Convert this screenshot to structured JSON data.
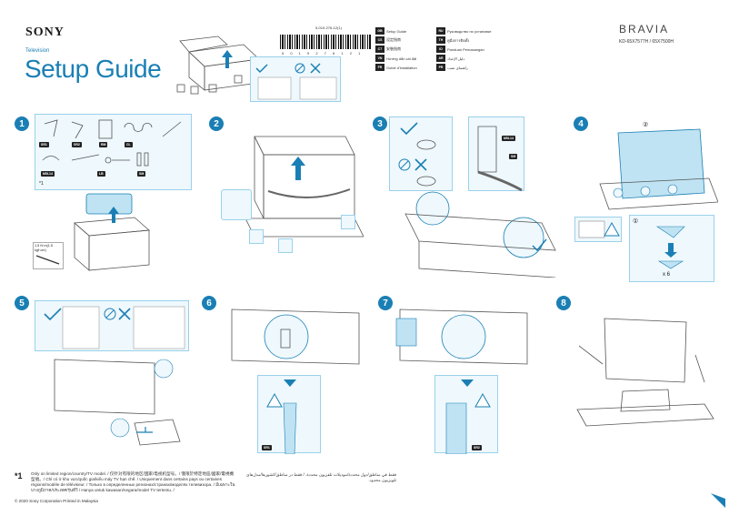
{
  "header": {
    "brand": "SONY",
    "category": "Television",
    "title": "Setup Guide",
    "part_number": "5-019-276-12(1)",
    "barcode_digits": "5 0 1 9 2 7 6 1 2 1",
    "logo": "BRAVIA",
    "models": "KD-65X7577H / 65X7500H",
    "languages_left": [
      {
        "code": "GB",
        "name": "Setup Guide"
      },
      {
        "code": "CS",
        "name": "设定指南"
      },
      {
        "code": "CT",
        "name": "安裝指南"
      },
      {
        "code": "VN",
        "name": "Hướng dẫn cài đặt"
      },
      {
        "code": "FR",
        "name": "Guide d'installation"
      }
    ],
    "languages_right": [
      {
        "code": "RU",
        "name": "Руководство по установке"
      },
      {
        "code": "TH",
        "name": "คู่มือการติดตั้ง"
      },
      {
        "code": "ID",
        "name": "Panduan Pemasangan"
      },
      {
        "code": "AR",
        "name": "دليل الإعداد"
      },
      {
        "code": "PR",
        "name": "راهنمای نصب"
      }
    ]
  },
  "steps": [
    "1",
    "2",
    "3",
    "4",
    "5",
    "6",
    "7",
    "8"
  ],
  "step1": {
    "tags": [
      "SR1",
      "SR2",
      "RM",
      "CL",
      "M5L14",
      "LB",
      "SM"
    ],
    "note": "*1",
    "screw_spec": "1,5 N·m(1.5 kgf·cm)"
  },
  "step3": {
    "tags": [
      "M5L14",
      "SM"
    ]
  },
  "step4": {
    "count": "x 6",
    "num1": "①",
    "num2": "②"
  },
  "step6": {
    "tag": "SR1"
  },
  "step7": {
    "tag": "SR2"
  },
  "footer": {
    "mark": "*1",
    "note_en": "Only on limited region/country/TV model. / 仅针对有限的地区/国家/电视机型号。/ 僅限於特定地區/國家/電視機型號。/ Chỉ có ở khu vực/quốc gia/kiểu máy TV hạn chế. / Uniquement dans certains pays ou certaines régions/modèle de téléviseur. / Только в определенных регионах/странах/моделях телевизора. / มีเฉพาะในบางภูมิภาค/ประเทศ/รุ่นทีวี / Hanya untuk kawasan/negara/model TV tertentu. /",
    "note_ar": "فقط في مناطق/دول محددة/موديلات تلفزيون محددة. / فقط در مناطق/کشورها/مدل‌های تلویزیون محدود.",
    "copyright": "© 2020 Sony Corporation   Printed in Malaysia"
  }
}
